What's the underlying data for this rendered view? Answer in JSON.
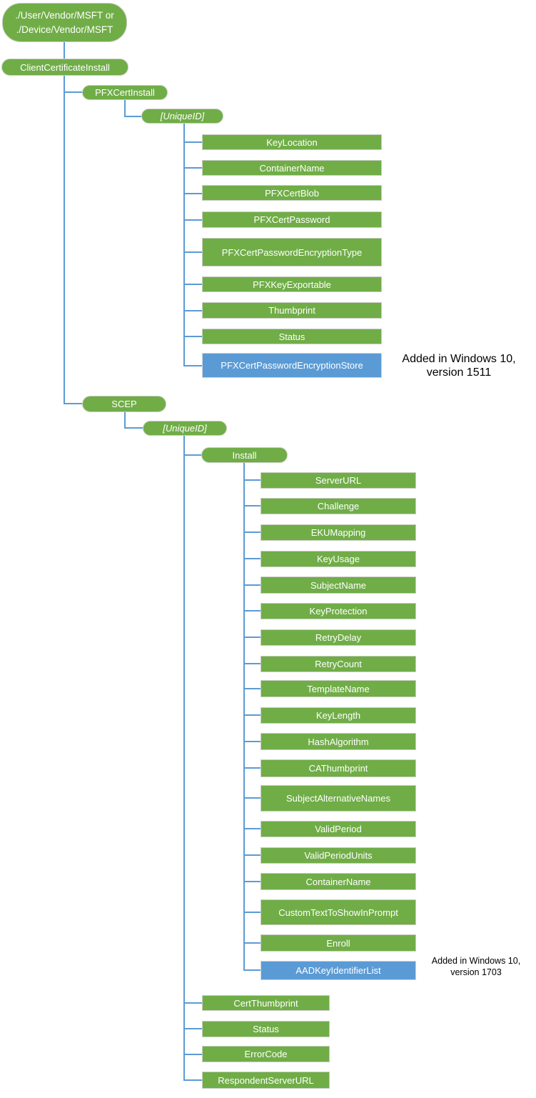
{
  "colors": {
    "green": "#70AD47",
    "blue": "#5B9BD5",
    "connector": "#5B9BD5",
    "box_text": "#FFFFFF",
    "annotation_text": "#000000"
  },
  "tree": {
    "root": {
      "line1": "./User/Vendor/MSFT or",
      "line2": "./Device/Vendor/MSFT"
    },
    "client_certificate_install": "ClientCertificateInstall",
    "pfx": {
      "label": "PFXCertInstall",
      "unique_id": "[UniqueID]",
      "children": [
        "KeyLocation",
        "ContainerName",
        "PFXCertBlob",
        "PFXCertPassword",
        "PFXCertPasswordEncryptionType",
        "PFXKeyExportable",
        "Thumbprint",
        "Status"
      ],
      "added_node": "PFXCertPasswordEncryptionStore",
      "annotation": {
        "line1": "Added in Windows 10,",
        "line2": "version 1511"
      }
    },
    "scep": {
      "label": "SCEP",
      "unique_id": "[UniqueID]",
      "install": {
        "label": "Install",
        "children": [
          "ServerURL",
          "Challenge",
          "EKUMapping",
          "KeyUsage",
          "SubjectName",
          "KeyProtection",
          "RetryDelay",
          "RetryCount",
          "TemplateName",
          "KeyLength",
          "HashAlgorithm",
          "CAThumbprint",
          "SubjectAlternativeNames",
          "ValidPeriod",
          "ValidPeriodUnits",
          "ContainerName",
          "CustomTextToShowInPrompt",
          "Enroll"
        ],
        "added_node": "AADKeyIdentifierList",
        "annotation": {
          "line1": "Added in Windows 10,",
          "line2": "version 1703"
        }
      },
      "children": [
        "CertThumbprint",
        "Status",
        "ErrorCode",
        "RespondentServerURL"
      ]
    }
  }
}
